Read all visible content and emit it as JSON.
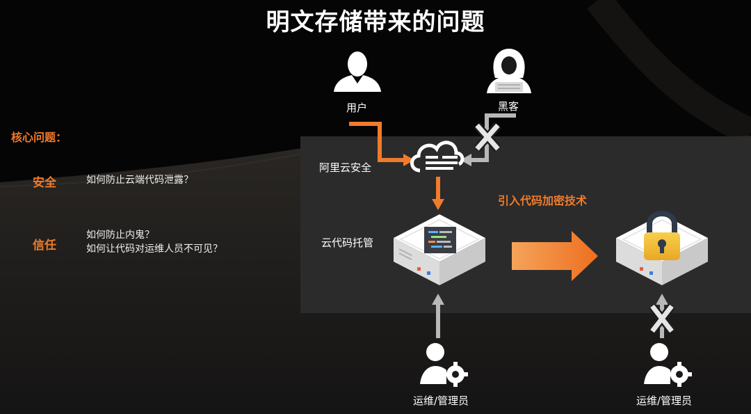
{
  "title": "明文存储带来的问题",
  "left": {
    "core_heading": "核心问题：",
    "issues": [
      {
        "label": "安全",
        "lines": [
          "如何防止云端代码泄露？"
        ]
      },
      {
        "label": "信任",
        "lines": [
          "如何防止内鬼？",
          "如何让代码对运维人员不可见？"
        ]
      }
    ]
  },
  "diagram": {
    "user_label": "用户",
    "hacker_label": "黑客",
    "aliyun_security_label": "阿里云安全",
    "code_hosting_label": "云代码托管",
    "intro_label": "引入代码加密技术",
    "ops_label_left": "运维/管理员",
    "ops_label_right": "运维/管理员"
  },
  "colors": {
    "accent": "#f07b2b",
    "panel": "#2b2b2b",
    "arrow_gray": "#b8b8b8"
  },
  "icons": [
    "user-icon",
    "hacker-icon",
    "cloud-security-icon",
    "server-code-icon",
    "server-lock-icon",
    "admin-gear-icon",
    "block-x-icon"
  ]
}
